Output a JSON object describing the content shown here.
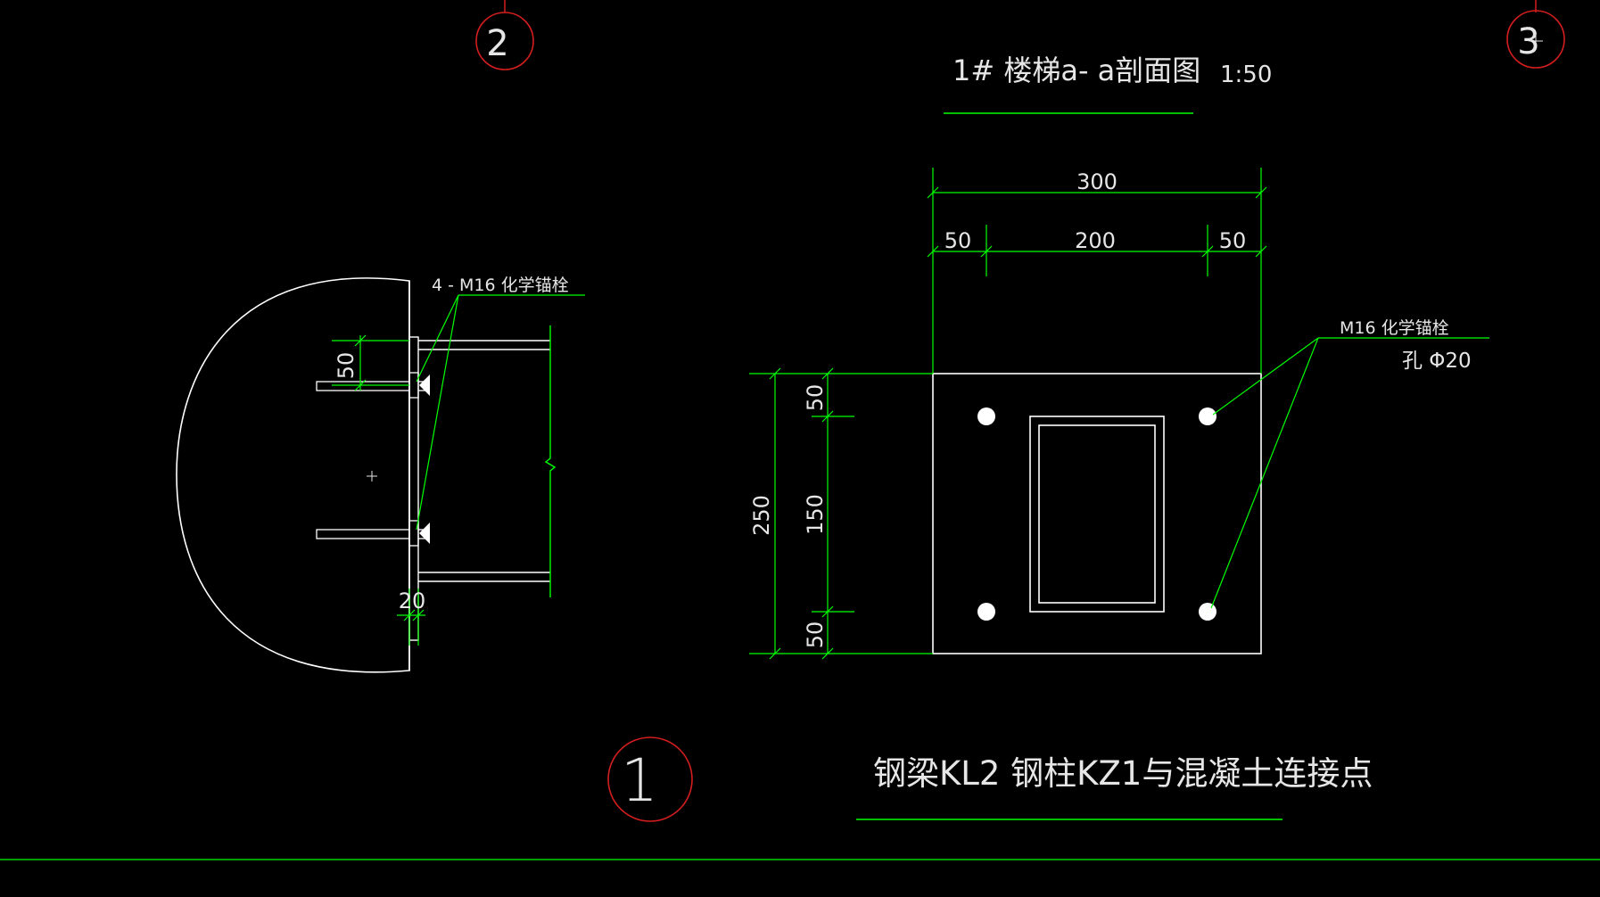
{
  "colors": {
    "background": "#000000",
    "white_line": "#ffffff",
    "green_line": "#00ff00",
    "red_circle": "#d21e1e",
    "text": "#e6e6e6"
  },
  "grid_markers": {
    "marker_2": "2",
    "marker_3": "3"
  },
  "section_title": {
    "text": "1# 楼梯a- a剖面图",
    "scale": "1:50"
  },
  "left_detail": {
    "anchor_label": "4 - M16 化学锚栓",
    "dim_top_50": "50",
    "dim_20": "20"
  },
  "right_detail": {
    "dims_top": {
      "total": "300",
      "left": "50",
      "middle": "200",
      "right": "50"
    },
    "dims_left": {
      "total": "250",
      "top": "50",
      "middle": "150",
      "bottom": "50"
    },
    "anchor_label": "M16 化学锚栓",
    "hole_label": "孔 Φ20"
  },
  "detail_marker": "1",
  "detail_title": "钢梁KL2 钢柱KZ1与混凝土连接点"
}
